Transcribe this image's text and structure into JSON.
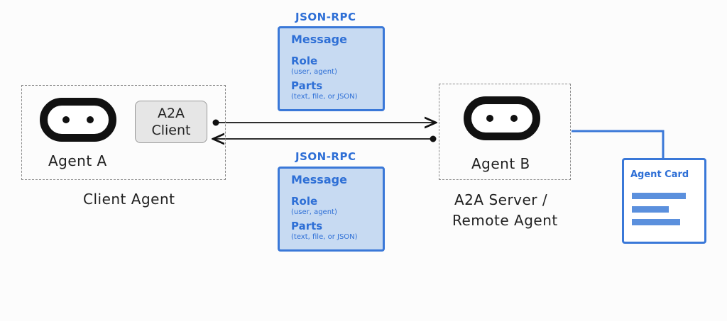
{
  "client": {
    "agent_label": "Agent A",
    "a2a_client_line1": "A2A",
    "a2a_client_line2": "Client",
    "caption": "Client Agent"
  },
  "server": {
    "agent_label": "Agent B",
    "caption_line1": "A2A Server /",
    "caption_line2": "Remote Agent"
  },
  "request": {
    "protocol": "JSON-RPC",
    "heading": "Message",
    "role_label": "Role",
    "role_values": "(user, agent)",
    "parts_label": "Parts",
    "parts_values": "(text, file, or JSON)"
  },
  "response": {
    "protocol": "JSON-RPC",
    "heading": "Message",
    "role_label": "Role",
    "role_values": "(user, agent)",
    "parts_label": "Parts",
    "parts_values": "(text, file, or JSON)"
  },
  "agent_card": {
    "title": "Agent Card"
  },
  "colors": {
    "accent_blue": "#3a78d8",
    "message_fill": "#c7daf2",
    "ink": "#111111"
  },
  "icons": [
    "agent-a-face-icon",
    "agent-b-face-icon",
    "document-lines-icon"
  ]
}
